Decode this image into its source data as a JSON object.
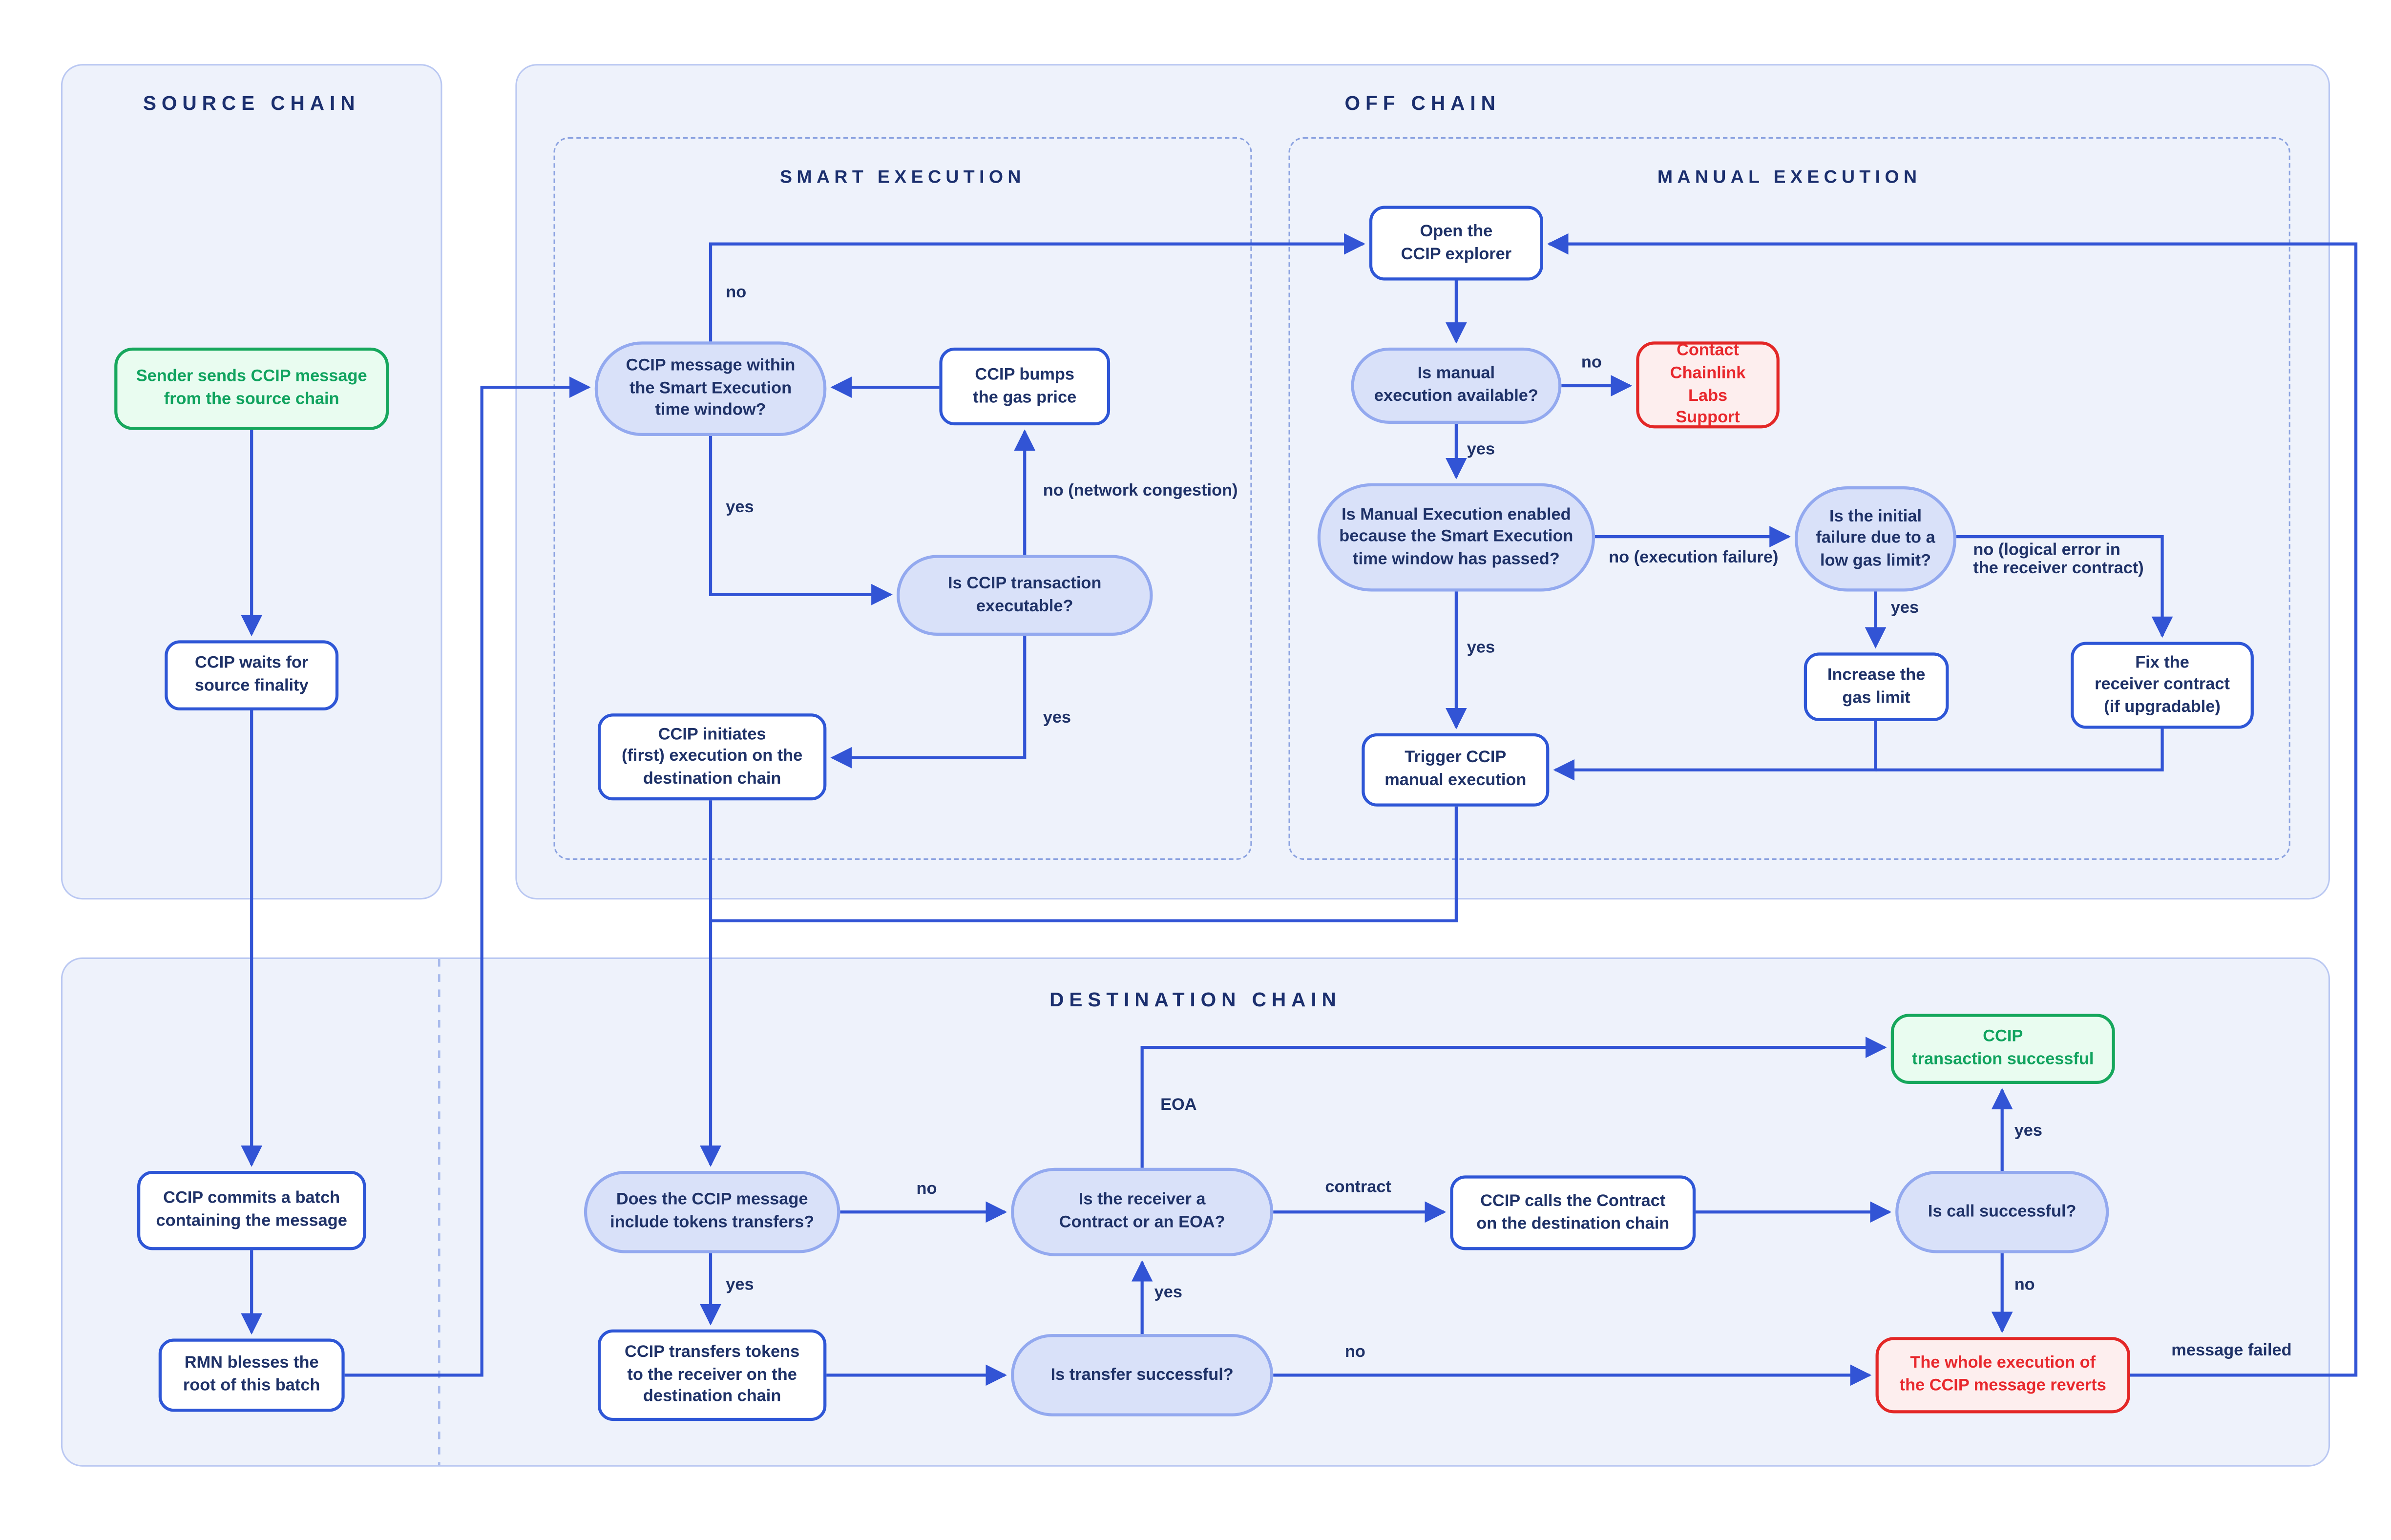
{
  "diagram": {
    "panels": {
      "source_chain": {
        "title": "SOURCE CHAIN"
      },
      "off_chain": {
        "title": "OFF CHAIN"
      },
      "smart_execution": {
        "title": "SMART EXECUTION"
      },
      "manual_execution": {
        "title": "MANUAL EXECUTION"
      },
      "destination_chain": {
        "title": "DESTINATION CHAIN"
      }
    },
    "nodes": {
      "sender": {
        "label": "Sender sends CCIP message\nfrom the source chain",
        "type": "success"
      },
      "waits": {
        "label": "CCIP waits for\nsource finality",
        "type": "process"
      },
      "commits": {
        "label": "CCIP commits a batch\ncontaining the message",
        "type": "process"
      },
      "rmn": {
        "label": "RMN blesses the\nroot of this batch",
        "type": "process"
      },
      "msg_window": {
        "label": "CCIP message within\nthe Smart Execution\ntime window?",
        "type": "decision"
      },
      "bumps": {
        "label": "CCIP bumps\nthe gas price",
        "type": "process"
      },
      "executable": {
        "label": "Is CCIP transaction\nexecutable?",
        "type": "decision"
      },
      "initiates": {
        "label": "CCIP initiates\n(first) execution on the\ndestination chain",
        "type": "process"
      },
      "explorer": {
        "label": "Open the\nCCIP explorer",
        "type": "process"
      },
      "manual_available": {
        "label": "Is manual\nexecution available?",
        "type": "decision"
      },
      "contact_support": {
        "label": "Contact\nChainlink Labs\nSupport",
        "type": "error"
      },
      "manual_enabled": {
        "label": "Is Manual Execution enabled\nbecause the Smart Execution\ntime window has passed?",
        "type": "decision"
      },
      "initial_failure": {
        "label": "Is the initial\nfailure due to a\nlow gas limit?",
        "type": "decision"
      },
      "increase_gas": {
        "label": "Increase the\ngas limit",
        "type": "process"
      },
      "fix_receiver": {
        "label": "Fix the\nreceiver contract\n(if upgradable)",
        "type": "process"
      },
      "trigger_manual": {
        "label": "Trigger CCIP\nmanual execution",
        "type": "process"
      },
      "tokens_transfers": {
        "label": "Does the CCIP message\ninclude tokens transfers?",
        "type": "decision"
      },
      "receiver_type": {
        "label": "Is the receiver a\nContract or an EOA?",
        "type": "decision"
      },
      "calls_contract": {
        "label": "CCIP calls the Contract\non the destination chain",
        "type": "process"
      },
      "call_successful": {
        "label": "Is call successful?",
        "type": "decision"
      },
      "tx_successful": {
        "label": "CCIP\ntransaction successful",
        "type": "success"
      },
      "transfers_tokens": {
        "label": "CCIP transfers tokens\nto the receiver on the\ndestination chain",
        "type": "process"
      },
      "transfer_successful": {
        "label": "Is transfer successful?",
        "type": "decision"
      },
      "reverts": {
        "label": "The whole execution of\nthe CCIP message reverts",
        "type": "error"
      }
    },
    "edge_labels": {
      "smart_no": "no",
      "smart_yes": "yes",
      "congestion": "no (network congestion)",
      "executable_yes": "yes",
      "manual_available_no": "no",
      "manual_available_yes": "yes",
      "execution_failure": "no (execution failure)",
      "manual_enabled_yes": "yes",
      "initial_failure_yes": "yes",
      "logical_error": "no (logical error in\nthe receiver contract)",
      "tokens_no": "no",
      "tokens_yes": "yes",
      "eoa": "EOA",
      "contract": "contract",
      "call_yes": "yes",
      "call_no": "no",
      "transfer_yes": "yes",
      "transfer_no": "no",
      "message_failed": "message failed"
    },
    "colors": {
      "connector_blue": "#3254d5",
      "node_border_blue": "#2e56d6",
      "pill_fill": "#d9e1f9",
      "pill_border": "#93a9ef",
      "panel_fill": "#eef2fb",
      "panel_border": "#bac8f2",
      "success_green": "#16a75c",
      "success_fill": "#e9fcf0",
      "error_red": "#e32726",
      "error_fill": "#fdeeee",
      "text_navy": "#1f3268"
    }
  }
}
